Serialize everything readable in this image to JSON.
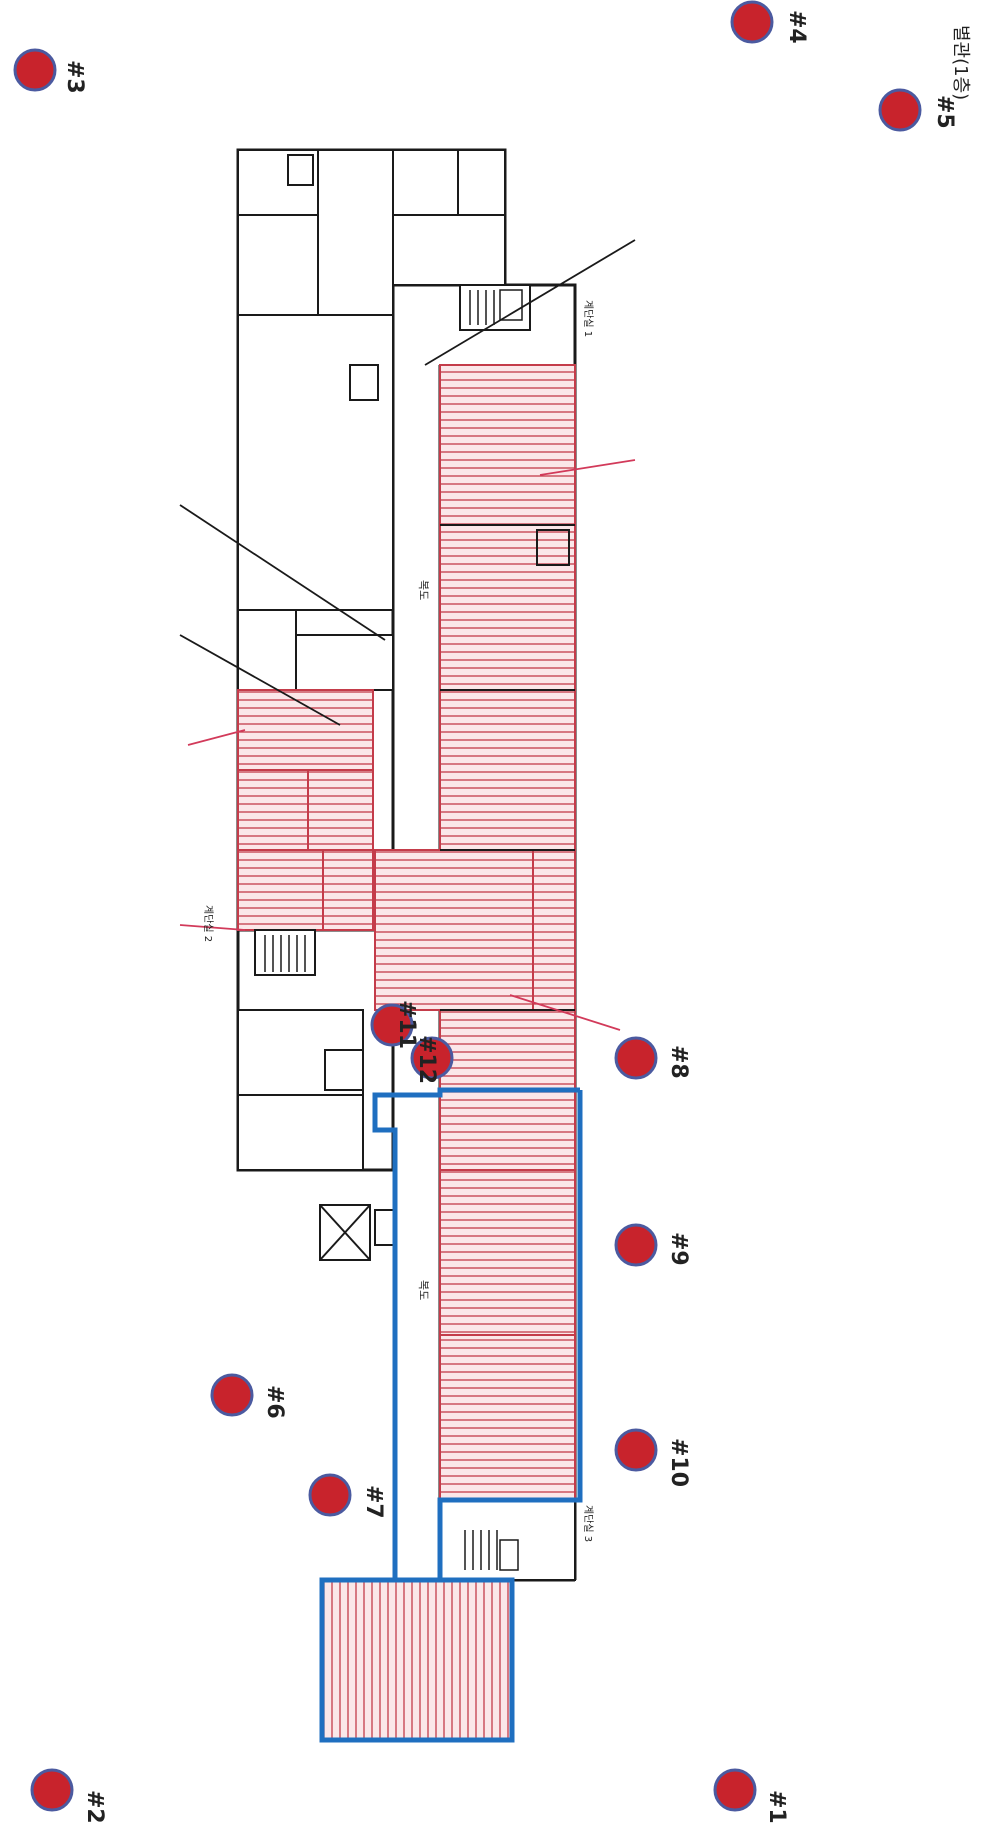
{
  "building_label": "별관(1층)",
  "corridor_label": "복도",
  "markers": [
    "#1",
    "#2",
    "#3",
    "#4",
    "#5",
    "#6",
    "#7",
    "#8",
    "#9",
    "#10",
    "#11",
    "#12"
  ],
  "stair_labels": {
    "stair_top": "계단실 1",
    "stair_mid": "계단실 2",
    "stair_bottom": "계단실 3"
  },
  "colors": {
    "marker": "#c8232c",
    "marker_ring": "#4b5aa0",
    "wall": "#1a1a1a",
    "hatch": "#c43c4a",
    "hatch_fill": "#fbe7e9",
    "highlight": "#1f6fc0",
    "pointer": "#d23a5a"
  }
}
